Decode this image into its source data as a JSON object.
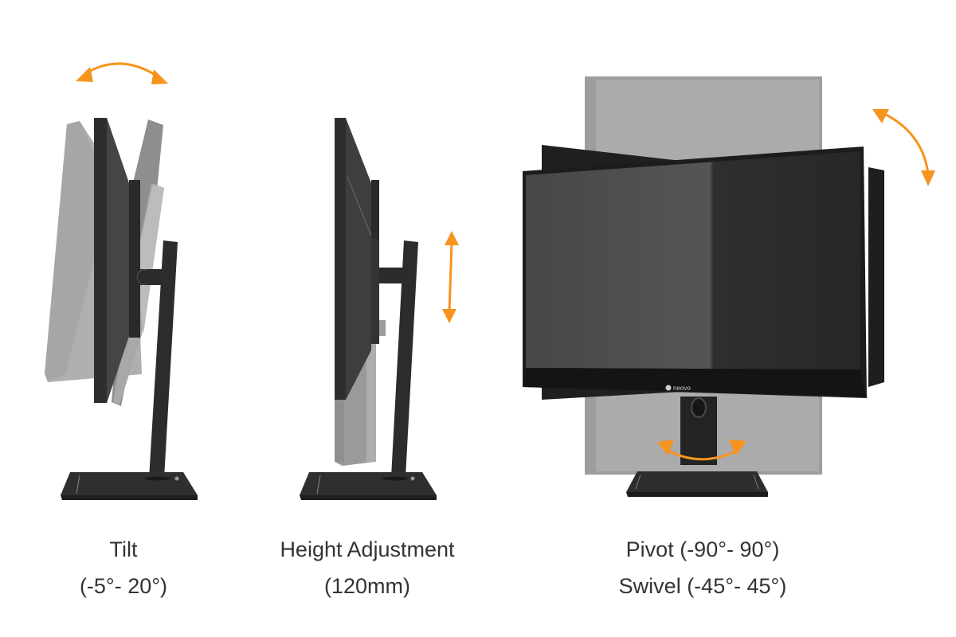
{
  "colors": {
    "accent_orange": "#f7941d",
    "monitor_dark": "#2b2b2b",
    "monitor_mid": "#3c3c3c",
    "ghost_gray": "#a3a3a3",
    "ghost_light": "#b5b5b5",
    "text": "#333333",
    "background": "#ffffff"
  },
  "brand_logo_text": "neovo",
  "panels": [
    {
      "id": "tilt",
      "title": "Tilt",
      "range": "(-5°- 20°)",
      "arrow": "curved-double-arrow-horizontal"
    },
    {
      "id": "height",
      "title": "Height Adjustment",
      "range": "(120mm)",
      "arrow": "straight-double-arrow-vertical"
    },
    {
      "id": "pivot-swivel",
      "title": "Pivot (-90°- 90°)",
      "range": "Swivel (-45°- 45°)",
      "arrows": [
        "curved-double-arrow-pivot",
        "curved-double-arrow-swivel"
      ]
    }
  ]
}
